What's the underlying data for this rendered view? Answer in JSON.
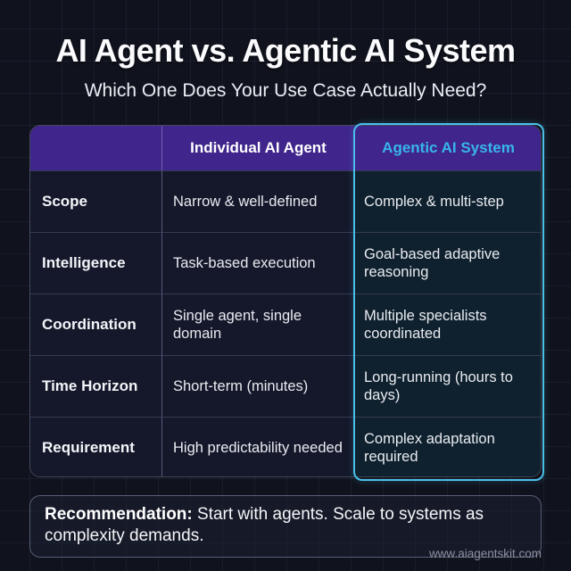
{
  "page": {
    "title": "AI Agent vs. Agentic AI System",
    "subtitle": "Which One Does Your Use Case Actually Need?",
    "website": "www.aiagentskit.com"
  },
  "table": {
    "columns": [
      "",
      "Individual AI Agent",
      "Agentic AI System"
    ],
    "rows": [
      {
        "label": "Scope",
        "agent": "Narrow & well-defined",
        "system": "Complex & multi-step"
      },
      {
        "label": "Intelligence",
        "agent": "Task-based execution",
        "system": "Goal-based adaptive reasoning"
      },
      {
        "label": "Coordination",
        "agent": "Single agent, single domain",
        "system": "Multiple specialists coordinated"
      },
      {
        "label": "Time Horizon",
        "agent": "Short-term (minutes)",
        "system": "Long-running (hours to days)"
      },
      {
        "label": "Requirement",
        "agent": "High predictability needed",
        "system": "Complex adaptation required"
      }
    ]
  },
  "recommendation": {
    "label": "Recommendation:",
    "text": " Start with agents. Scale to systems as complexity demands."
  },
  "colors": {
    "background": "#10131d",
    "header_purple": "#40258c",
    "highlight_cyan": "#4abfe8",
    "agentic_header_text": "#38b5ec",
    "cell_dark": "#14182a",
    "cell_teal": "#0f212e"
  }
}
